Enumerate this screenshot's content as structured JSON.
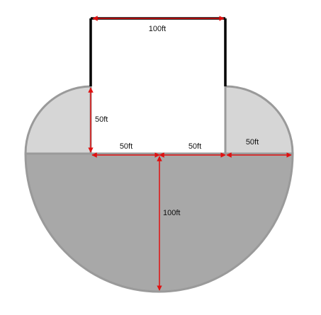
{
  "colors": {
    "quarter_fill": "#d6d6d6",
    "half_fill": "#a8a8a8",
    "outline": "#9a9a9a",
    "wall": "#000000",
    "arrow": "#e01010"
  },
  "labels": {
    "top_width": "100ft",
    "left_height": "50ft",
    "left_half_base": "50ft",
    "right_half_base": "50ft",
    "right_radius": "50ft",
    "big_radius": "100ft"
  }
}
